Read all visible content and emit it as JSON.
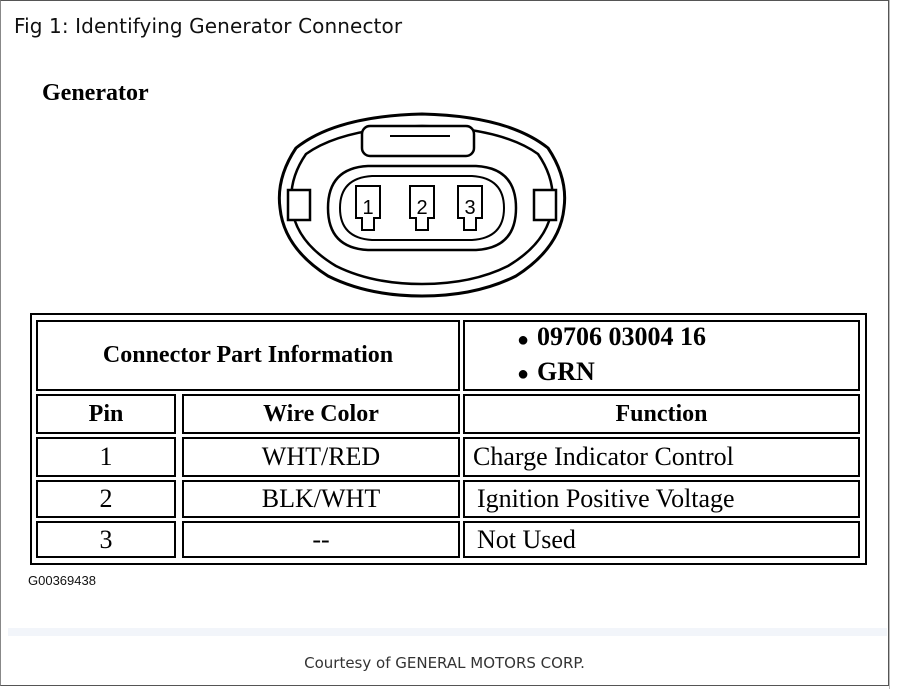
{
  "figure": {
    "title": "Fig 1: Identifying Generator Connector",
    "component_label": "Generator",
    "image_code": "G00369438",
    "courtesy": "Courtesy of GENERAL MOTORS CORP."
  },
  "connector": {
    "pins": [
      "1",
      "2",
      "3"
    ]
  },
  "table": {
    "part_info_label": "Connector Part Information",
    "part_info_items": [
      "09706 03004 16",
      "GRN"
    ],
    "headers": {
      "pin": "Pin",
      "wire_color": "Wire Color",
      "function": "Function"
    },
    "rows": [
      {
        "pin": "1",
        "wire_color": "WHT/RED",
        "function": "Charge Indicator Control"
      },
      {
        "pin": "2",
        "wire_color": "BLK/WHT",
        "function": "Ignition Positive Voltage"
      },
      {
        "pin": "3",
        "wire_color": "--",
        "function": "Not Used"
      }
    ]
  }
}
